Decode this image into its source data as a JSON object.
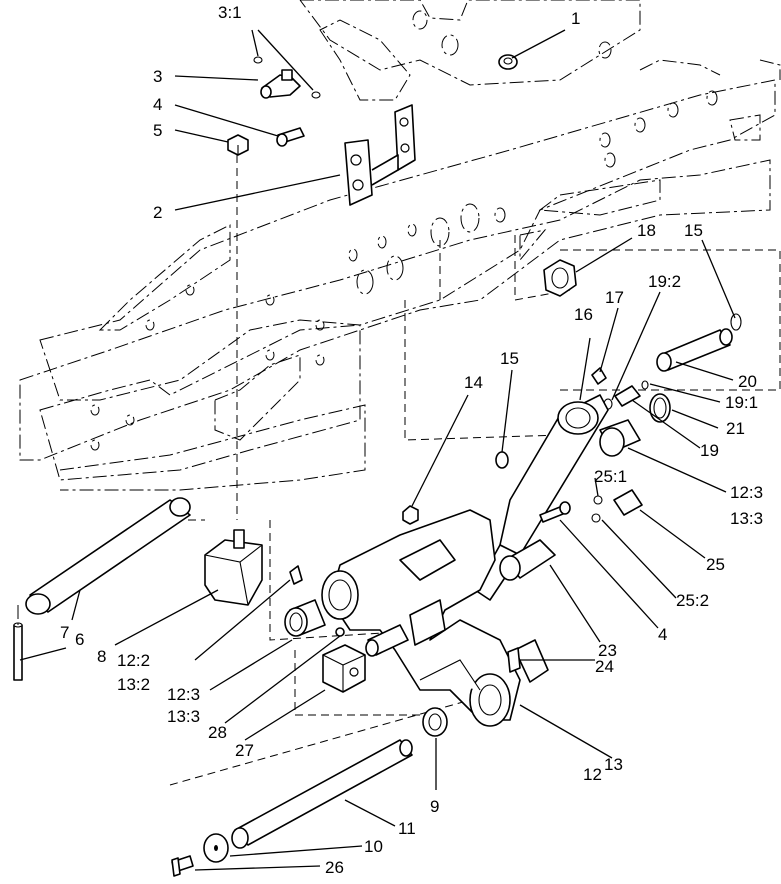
{
  "diagram": {
    "kind": "exploded parts view",
    "callouts": [
      {
        "id": "c-3-1",
        "label": "3:1"
      },
      {
        "id": "c-1",
        "label": "1"
      },
      {
        "id": "c-3",
        "label": "3"
      },
      {
        "id": "c-4a",
        "label": "4"
      },
      {
        "id": "c-5",
        "label": "5"
      },
      {
        "id": "c-2",
        "label": "2"
      },
      {
        "id": "c-18",
        "label": "18"
      },
      {
        "id": "c-15a",
        "label": "15"
      },
      {
        "id": "c-16",
        "label": "16"
      },
      {
        "id": "c-17",
        "label": "17"
      },
      {
        "id": "c-19-2",
        "label": "19:2"
      },
      {
        "id": "c-14",
        "label": "14"
      },
      {
        "id": "c-15b",
        "label": "15"
      },
      {
        "id": "c-20",
        "label": "20"
      },
      {
        "id": "c-19-1",
        "label": "19:1"
      },
      {
        "id": "c-21",
        "label": "21"
      },
      {
        "id": "c-19",
        "label": "19"
      },
      {
        "id": "c-25-1",
        "label": "25:1"
      },
      {
        "id": "c-12-3a",
        "label": "12:3"
      },
      {
        "id": "c-13-3a",
        "label": "13:3"
      },
      {
        "id": "c-25",
        "label": "25"
      },
      {
        "id": "c-25-2",
        "label": "25:2"
      },
      {
        "id": "c-4b",
        "label": "4"
      },
      {
        "id": "c-23",
        "label": "23"
      },
      {
        "id": "c-24",
        "label": "24"
      },
      {
        "id": "c-7",
        "label": "7"
      },
      {
        "id": "c-6",
        "label": "6"
      },
      {
        "id": "c-8",
        "label": "8"
      },
      {
        "id": "c-12-2",
        "label": "12:2"
      },
      {
        "id": "c-13-2",
        "label": "13:2"
      },
      {
        "id": "c-12-3b",
        "label": "12:3"
      },
      {
        "id": "c-13-3b",
        "label": "13:3"
      },
      {
        "id": "c-28",
        "label": "28"
      },
      {
        "id": "c-27",
        "label": "27"
      },
      {
        "id": "c-12",
        "label": "12"
      },
      {
        "id": "c-13",
        "label": "13"
      },
      {
        "id": "c-9",
        "label": "9"
      },
      {
        "id": "c-11",
        "label": "11"
      },
      {
        "id": "c-10",
        "label": "10"
      },
      {
        "id": "c-26",
        "label": "26"
      }
    ]
  }
}
